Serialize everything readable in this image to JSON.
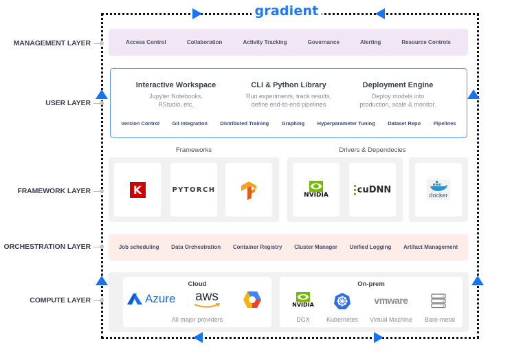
{
  "brand": {
    "logo_text": "gradient",
    "accent_color": "#1f78f2",
    "arrow_color": "#1873f1"
  },
  "layers": {
    "management": "MANAGEMENT LAYER",
    "user": "USER LAYER",
    "framework": "FRAMEWORK LAYER",
    "orchestration": "ORCHESTRATION LAYER",
    "compute": "COMPUTE LAYER"
  },
  "management": {
    "bg_color": "#f0e6f4",
    "items": [
      "Access Control",
      "Collaboration",
      "Activity Tracking",
      "Governance",
      "Alerting",
      "Resource Controls"
    ]
  },
  "user": {
    "border_color": "#4b8ff0",
    "features": [
      {
        "title": "Interactive Workspace",
        "desc_line1": "Jupyter Notebooks,",
        "desc_line2": "RStudio, etc."
      },
      {
        "title": "CLI & Python Library",
        "desc_line1": "Run experiments, track results,",
        "desc_line2": "define end-to-end pipelines"
      },
      {
        "title": "Deployment Engine",
        "desc_line1": "Deploy models into",
        "desc_line2": "production, scale & monitor."
      }
    ],
    "tags": [
      "Version Control",
      "Git Integration",
      "Distributed Training",
      "Graphing",
      "Hyperparameter Tuning",
      "Dataset Repo",
      "Pipelines"
    ]
  },
  "framework": {
    "frameworks_title": "Frameworks",
    "drivers_title": "Drivers & Dependecies",
    "frameworks": [
      {
        "name": "Keras",
        "icon": "keras-logo",
        "logo_text": "K"
      },
      {
        "name": "PyTorch",
        "icon": "pytorch-logo",
        "logo_text": "PYTORCH"
      },
      {
        "name": "TensorFlow",
        "icon": "tensorflow-logo"
      }
    ],
    "drivers": [
      {
        "name": "NVIDIA",
        "icon": "nvidia-logo",
        "logo_text": "NVIDIA"
      },
      {
        "name": "cuDNN",
        "icon": "cudnn-logo",
        "logo_text": "cuDNN"
      }
    ],
    "containers": [
      {
        "name": "Docker",
        "icon": "docker-logo",
        "logo_text": "docker"
      }
    ]
  },
  "orchestration": {
    "bg_color": "#fdece8",
    "items": [
      "Job scheduling",
      "Data Orchestration",
      "Container Registry",
      "Cluster Manager",
      "Unified Logging",
      "Artifact Management"
    ]
  },
  "compute": {
    "cloud": {
      "title": "Cloud",
      "subtitle": "All major providers",
      "providers": [
        {
          "name": "Azure",
          "icon": "azure-logo",
          "logo_text": "Azure"
        },
        {
          "name": "AWS",
          "icon": "aws-logo",
          "logo_text": "aws"
        },
        {
          "name": "Google Cloud",
          "icon": "gcp-logo"
        }
      ]
    },
    "onprem": {
      "title": "On-prem",
      "items": [
        {
          "label": "DGX",
          "icon": "nvidia-logo",
          "logo_text": "NVIDIA"
        },
        {
          "label": "Kubernetes",
          "icon": "kubernetes-logo"
        },
        {
          "label": "Virtual Machine",
          "icon": "vmware-logo",
          "logo_text": "vmware"
        },
        {
          "label": "Bare-metal",
          "icon": "server-icon"
        }
      ]
    }
  }
}
